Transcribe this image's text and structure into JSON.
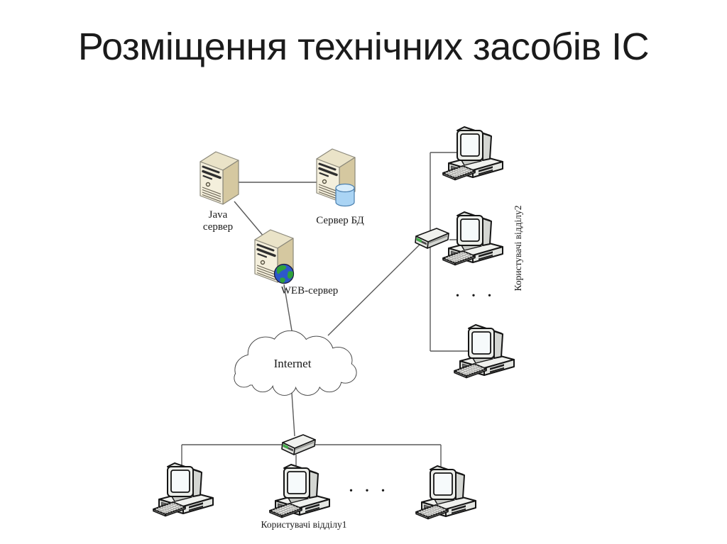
{
  "slide": {
    "title": "Розміщення технічних засобів ІС"
  },
  "diagram": {
    "nodes": {
      "java_server": {
        "label_line1": "Java",
        "label_line2": "сервер"
      },
      "db_server": {
        "label": "Сервер БД"
      },
      "web_server": {
        "label": "WEB-сервер"
      },
      "internet": {
        "label": "Internet"
      },
      "dept2_group": {
        "label": "Користувачі відділу2",
        "ellipsis": ". . ."
      },
      "dept1_group": {
        "label": "Користувачі відділу1",
        "ellipsis": ". . ."
      }
    },
    "connections": [
      {
        "from": "java_server",
        "to": "db_server"
      },
      {
        "from": "java_server",
        "to": "web_server"
      },
      {
        "from": "web_server",
        "to": "internet"
      },
      {
        "from": "internet",
        "to": "dept2_switch"
      },
      {
        "from": "internet",
        "to": "dept1_switch"
      },
      {
        "from": "dept2_switch",
        "to": "dept2_workstations"
      },
      {
        "from": "dept1_switch",
        "to": "dept1_workstations"
      }
    ],
    "icons": {
      "server_tower": "server-tower-icon",
      "database": "database-cylinder-icon",
      "globe": "globe-icon",
      "cloud": "cloud-icon",
      "switch": "network-switch-icon",
      "workstation": "desktop-computer-icon"
    },
    "colors": {
      "background": "#ffffff",
      "title_text": "#1b1b1b",
      "label_text": "#1a1a1a",
      "edge_line": "#5a5a5a",
      "server_front": "#f4efdc",
      "server_side": "#d5c8a0",
      "server_top": "#eae3c8",
      "database_blue": "#aad4f4",
      "globe_blue": "#2d57c9",
      "globe_green": "#2fa13b",
      "switch_led_green": "#3fae46"
    }
  }
}
